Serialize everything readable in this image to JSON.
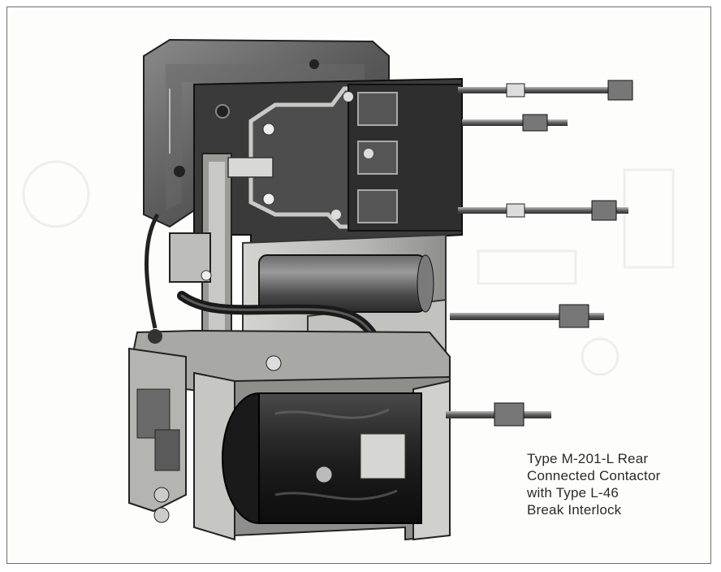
{
  "figure": {
    "caption_lines": [
      "Type M-201-L Rear",
      "Connected Contactor",
      "with Type L-46",
      "Break Interlock"
    ]
  },
  "colors": {
    "paper": "#fdfdfb",
    "ink": "#2a2a2a",
    "metal": "#8c8c8c",
    "dark_housing": "#3a3a3a"
  }
}
